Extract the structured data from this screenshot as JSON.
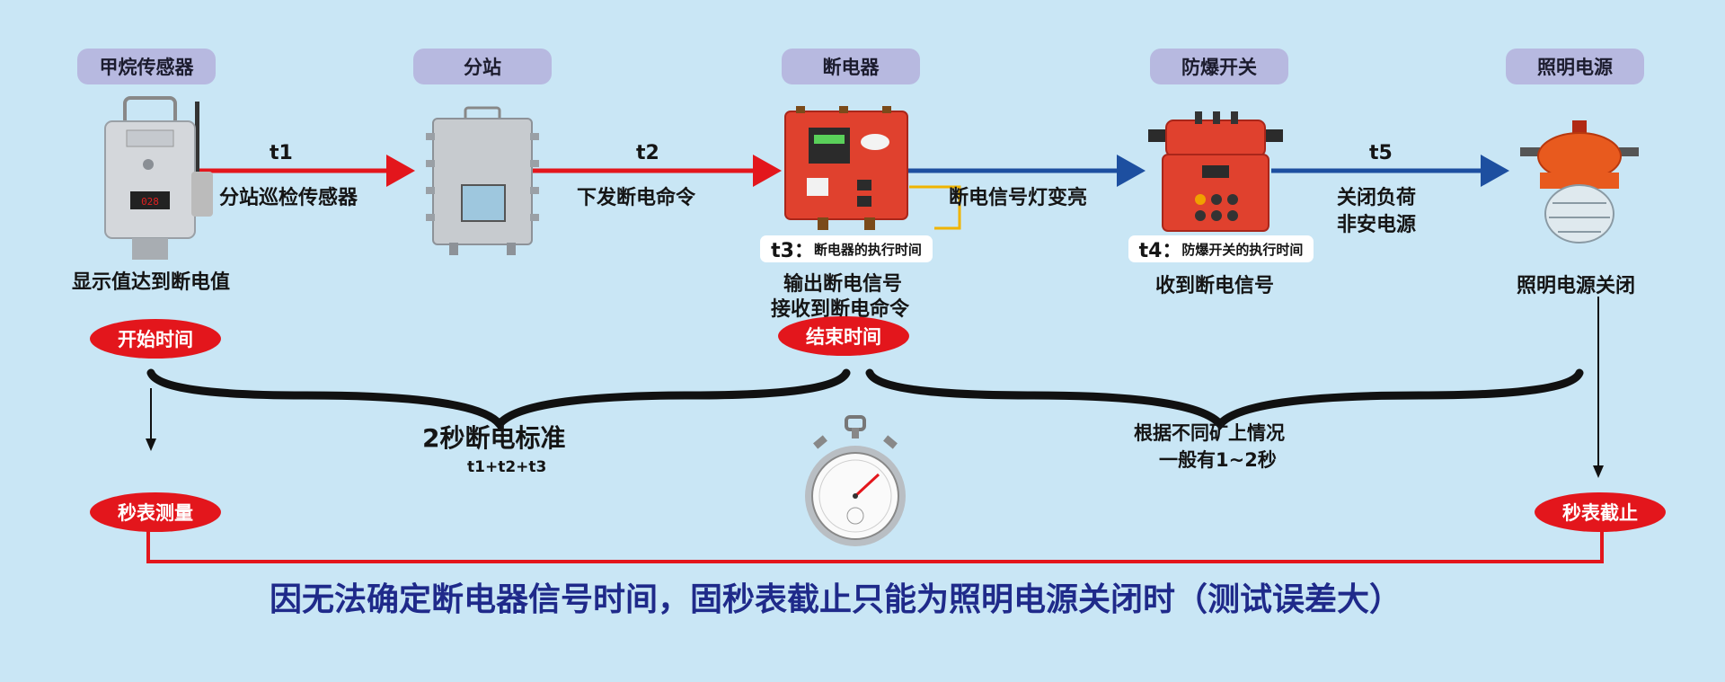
{
  "stations": [
    {
      "label": "甲烷传感器"
    },
    {
      "label": "分站"
    },
    {
      "label": "断电器"
    },
    {
      "label": "防爆开关"
    },
    {
      "label": "照明电源"
    }
  ],
  "arrows": {
    "t1": {
      "time": "t1",
      "desc": "分站巡检传感器"
    },
    "t2": {
      "time": "t2",
      "desc": "下发断电命令"
    },
    "t3": {
      "desc": "断电信号灯变亮"
    },
    "t5": {
      "time": "t5",
      "desc_line1": "关闭负荷",
      "desc_line2": "非安电源"
    }
  },
  "captions": {
    "sensor": "显示值达到断电值",
    "relay_line1": "输出断电信号",
    "relay_line2": "接收到断电命令",
    "switch": "收到断电信号",
    "light": "照明电源关闭"
  },
  "tags": {
    "t3_key": "t3：",
    "t3_text": "断电器的执行时间",
    "t4_key": "t4：",
    "t4_text": "防爆开关的执行时间"
  },
  "ovals": {
    "start": "开始时间",
    "end": "结束时间",
    "measure": "秒表测量",
    "stop": "秒表截止"
  },
  "brace_left": {
    "title": "2秒断电标准",
    "formula": "t1+t2+t3"
  },
  "brace_right": {
    "line1": "根据不同矿上情况",
    "line2": "一般有1~2秒"
  },
  "conclusion": "因无法确定断电器信号时间，固秒表截止只能为照明电源关闭时（测试误差大）",
  "colors": {
    "background": "#c9e6f5",
    "red_arrow": "#e3161c",
    "blue_arrow": "#1d4fa0",
    "conclusion_text": "#1f2a8a",
    "pill": "#b7b9e0"
  }
}
